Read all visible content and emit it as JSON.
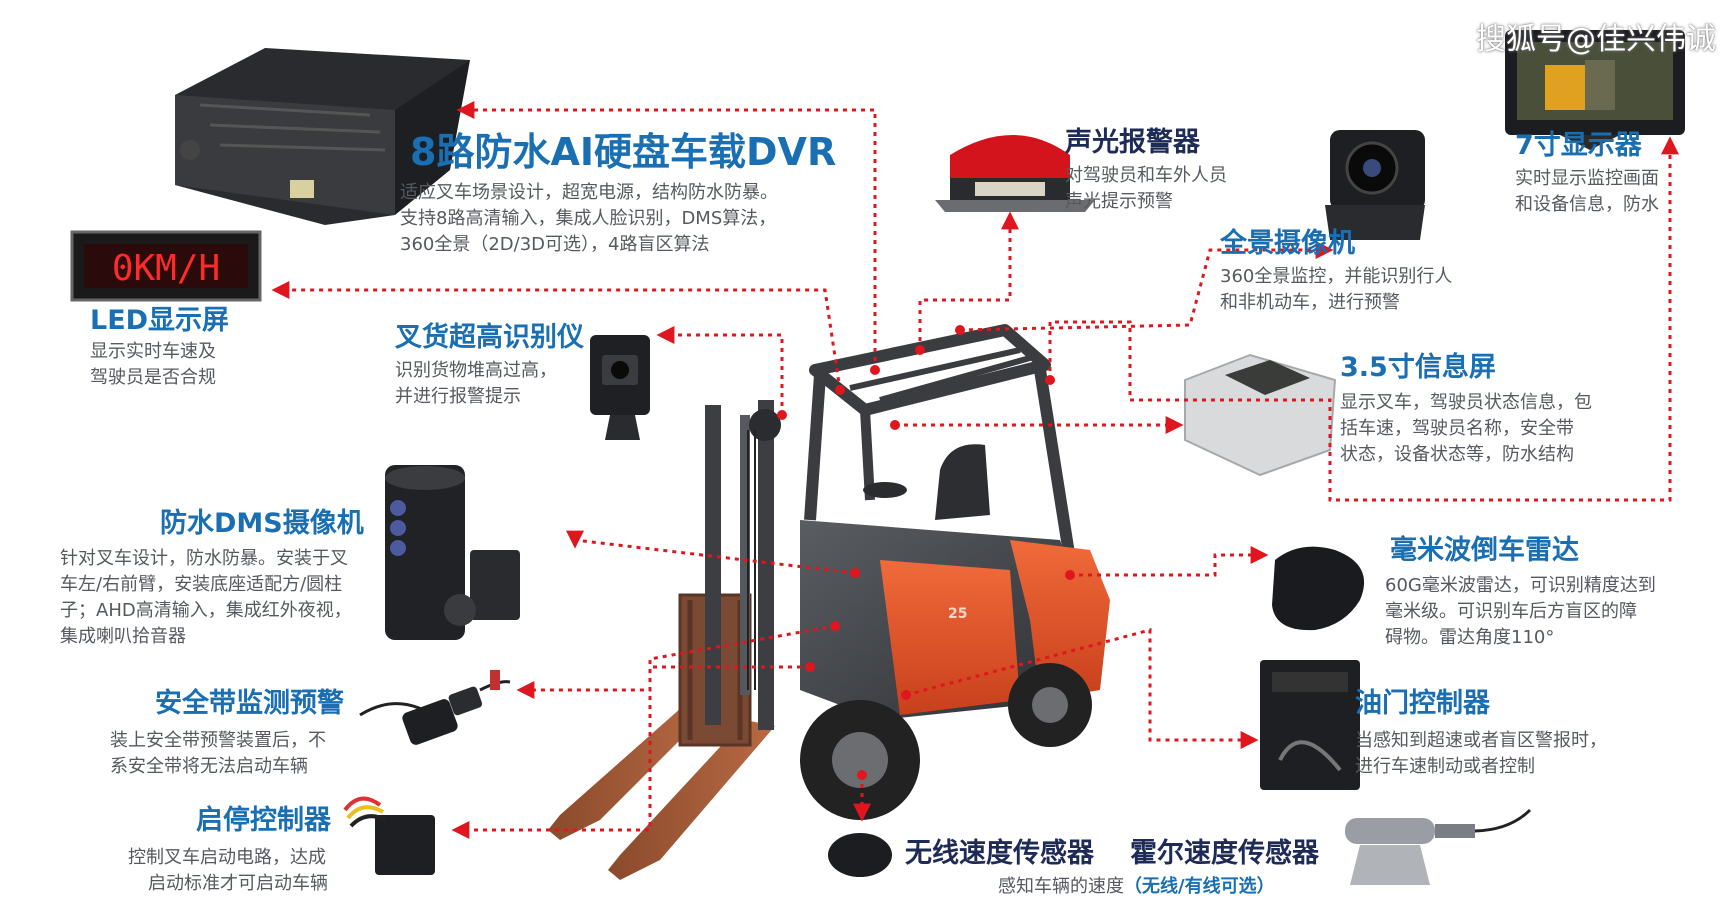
{
  "watermark": "搜狐号@佳兴伟诚",
  "components": [
    {
      "key": "dvr",
      "title": "8路防水AI硬盘车载DVR",
      "desc": [
        "适应叉车场景设计，超宽电源，结构防水防暴。",
        "支持8路高清输入，集成人脸识别，DMS算法，",
        "360全景（2D/3D可选），4路盲区算法"
      ]
    },
    {
      "key": "alarm",
      "title": "声光报警器",
      "desc": [
        "对驾驶员和车外人员",
        "声光提示预警"
      ]
    },
    {
      "key": "monitor7",
      "title": "7寸显示器",
      "desc": [
        "实时显示监控画面",
        "和设备信息，防水"
      ]
    },
    {
      "key": "led",
      "title": "LED显示屏",
      "desc": [
        "显示实时车速及",
        "驾驶员是否合规"
      ],
      "led_text": "0KM/H"
    },
    {
      "key": "height",
      "title": "叉货超高识别仪",
      "desc": [
        "识别货物堆高过高，",
        "并进行报警提示"
      ]
    },
    {
      "key": "panorama",
      "title": "全景摄像机",
      "desc": [
        "360全景监控，并能识别行人",
        "和非机动车，进行预警"
      ]
    },
    {
      "key": "screen35",
      "title": "3.5寸信息屏",
      "desc": [
        "显示叉车，驾驶员状态信息，包",
        "括车速，驾驶员名称，安全带",
        "状态，设备状态等，防水结构"
      ]
    },
    {
      "key": "dms",
      "title": "防水DMS摄像机",
      "desc": [
        "针对叉车设计，防水防暴。安装于叉",
        "车左/右前臂，安装底座适配方/圆柱",
        "子；AHD高清输入，集成红外夜视，",
        "集成喇叭拾音器"
      ]
    },
    {
      "key": "radar",
      "title": "毫米波倒车雷达",
      "desc": [
        "60G毫米波雷达，可识别精度达到",
        "毫米级。可识别车后方盲区的障",
        "碍物。雷达角度110°"
      ]
    },
    {
      "key": "seatbelt",
      "title": "安全带监测预警",
      "desc": [
        "装上安全带预警装置后，不",
        "系安全带将无法启动车辆"
      ]
    },
    {
      "key": "throttle",
      "title": "油门控制器",
      "desc": [
        "当感知到超速或者盲区警报时，",
        "进行车速制动或者控制"
      ]
    },
    {
      "key": "startstop",
      "title": "启停控制器",
      "desc": [
        "控制叉车启动电路，达成",
        "启动标准才可启动车辆"
      ]
    },
    {
      "key": "wireless",
      "title": "无线速度传感器",
      "desc": []
    },
    {
      "key": "hall",
      "title": "霍尔速度传感器",
      "desc": [
        "感知车辆的速度"
      ],
      "desc_extra": "（无线/有线可选）"
    }
  ],
  "colors": {
    "title_blue": "#1a6fb3",
    "title_dark": "#1f2b57",
    "connector_red": "#e0161e",
    "forklift_orange": "#e8542a",
    "forklift_gray": "#4a4c50"
  }
}
